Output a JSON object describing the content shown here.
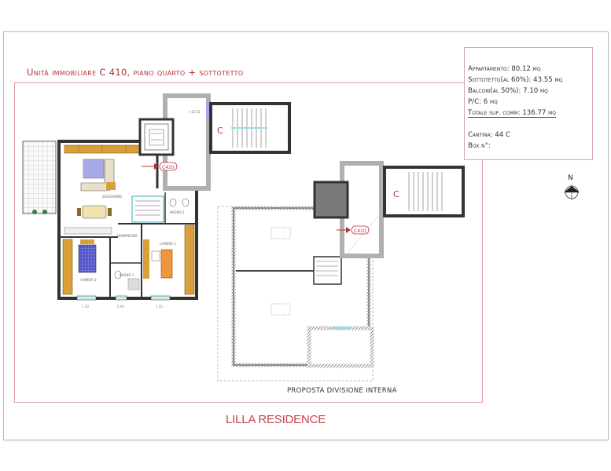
{
  "document": {
    "title": "Unità immobiliare C 410, piano quarto + sottotetto",
    "brand": "LILLA RESIDENCE",
    "attic_caption": "PROPOSTA DIVISIONE INTERNA"
  },
  "infobox": {
    "lines": [
      "Appartamento: 80.12 mq",
      "Sottotetto(al 60%): 43.55 mq",
      "Balconi(al 50%): 7.10 mq",
      "P/C: 6 mq",
      "Totale sup. comm: 136.77 mq",
      "Cantina: 44 C",
      "Box n°:"
    ]
  },
  "compass": {
    "label": "N"
  },
  "floor_plan": {
    "unit_tag": "C410",
    "stair_label": "C",
    "rooms": {
      "living": "SOGGIORNO",
      "bedroom1": "CAMERA 1",
      "bedroom2": "CAMERA 2",
      "bath1": "BAGNO 1",
      "bath2": "BAGNO 2",
      "closet": "DISIMPEGNO"
    },
    "colors": {
      "accent_red": "#b2323a",
      "wall": "#333333",
      "furniture": "#d9a03a",
      "bed_blue": "#5256c8",
      "sofa_lilac": "#a9a8e8",
      "bed_orange": "#f0963a",
      "elevator_gray": "#7a7a7a"
    }
  },
  "attic_plan": {
    "unit_tag": "C410",
    "stair_label": "C"
  }
}
